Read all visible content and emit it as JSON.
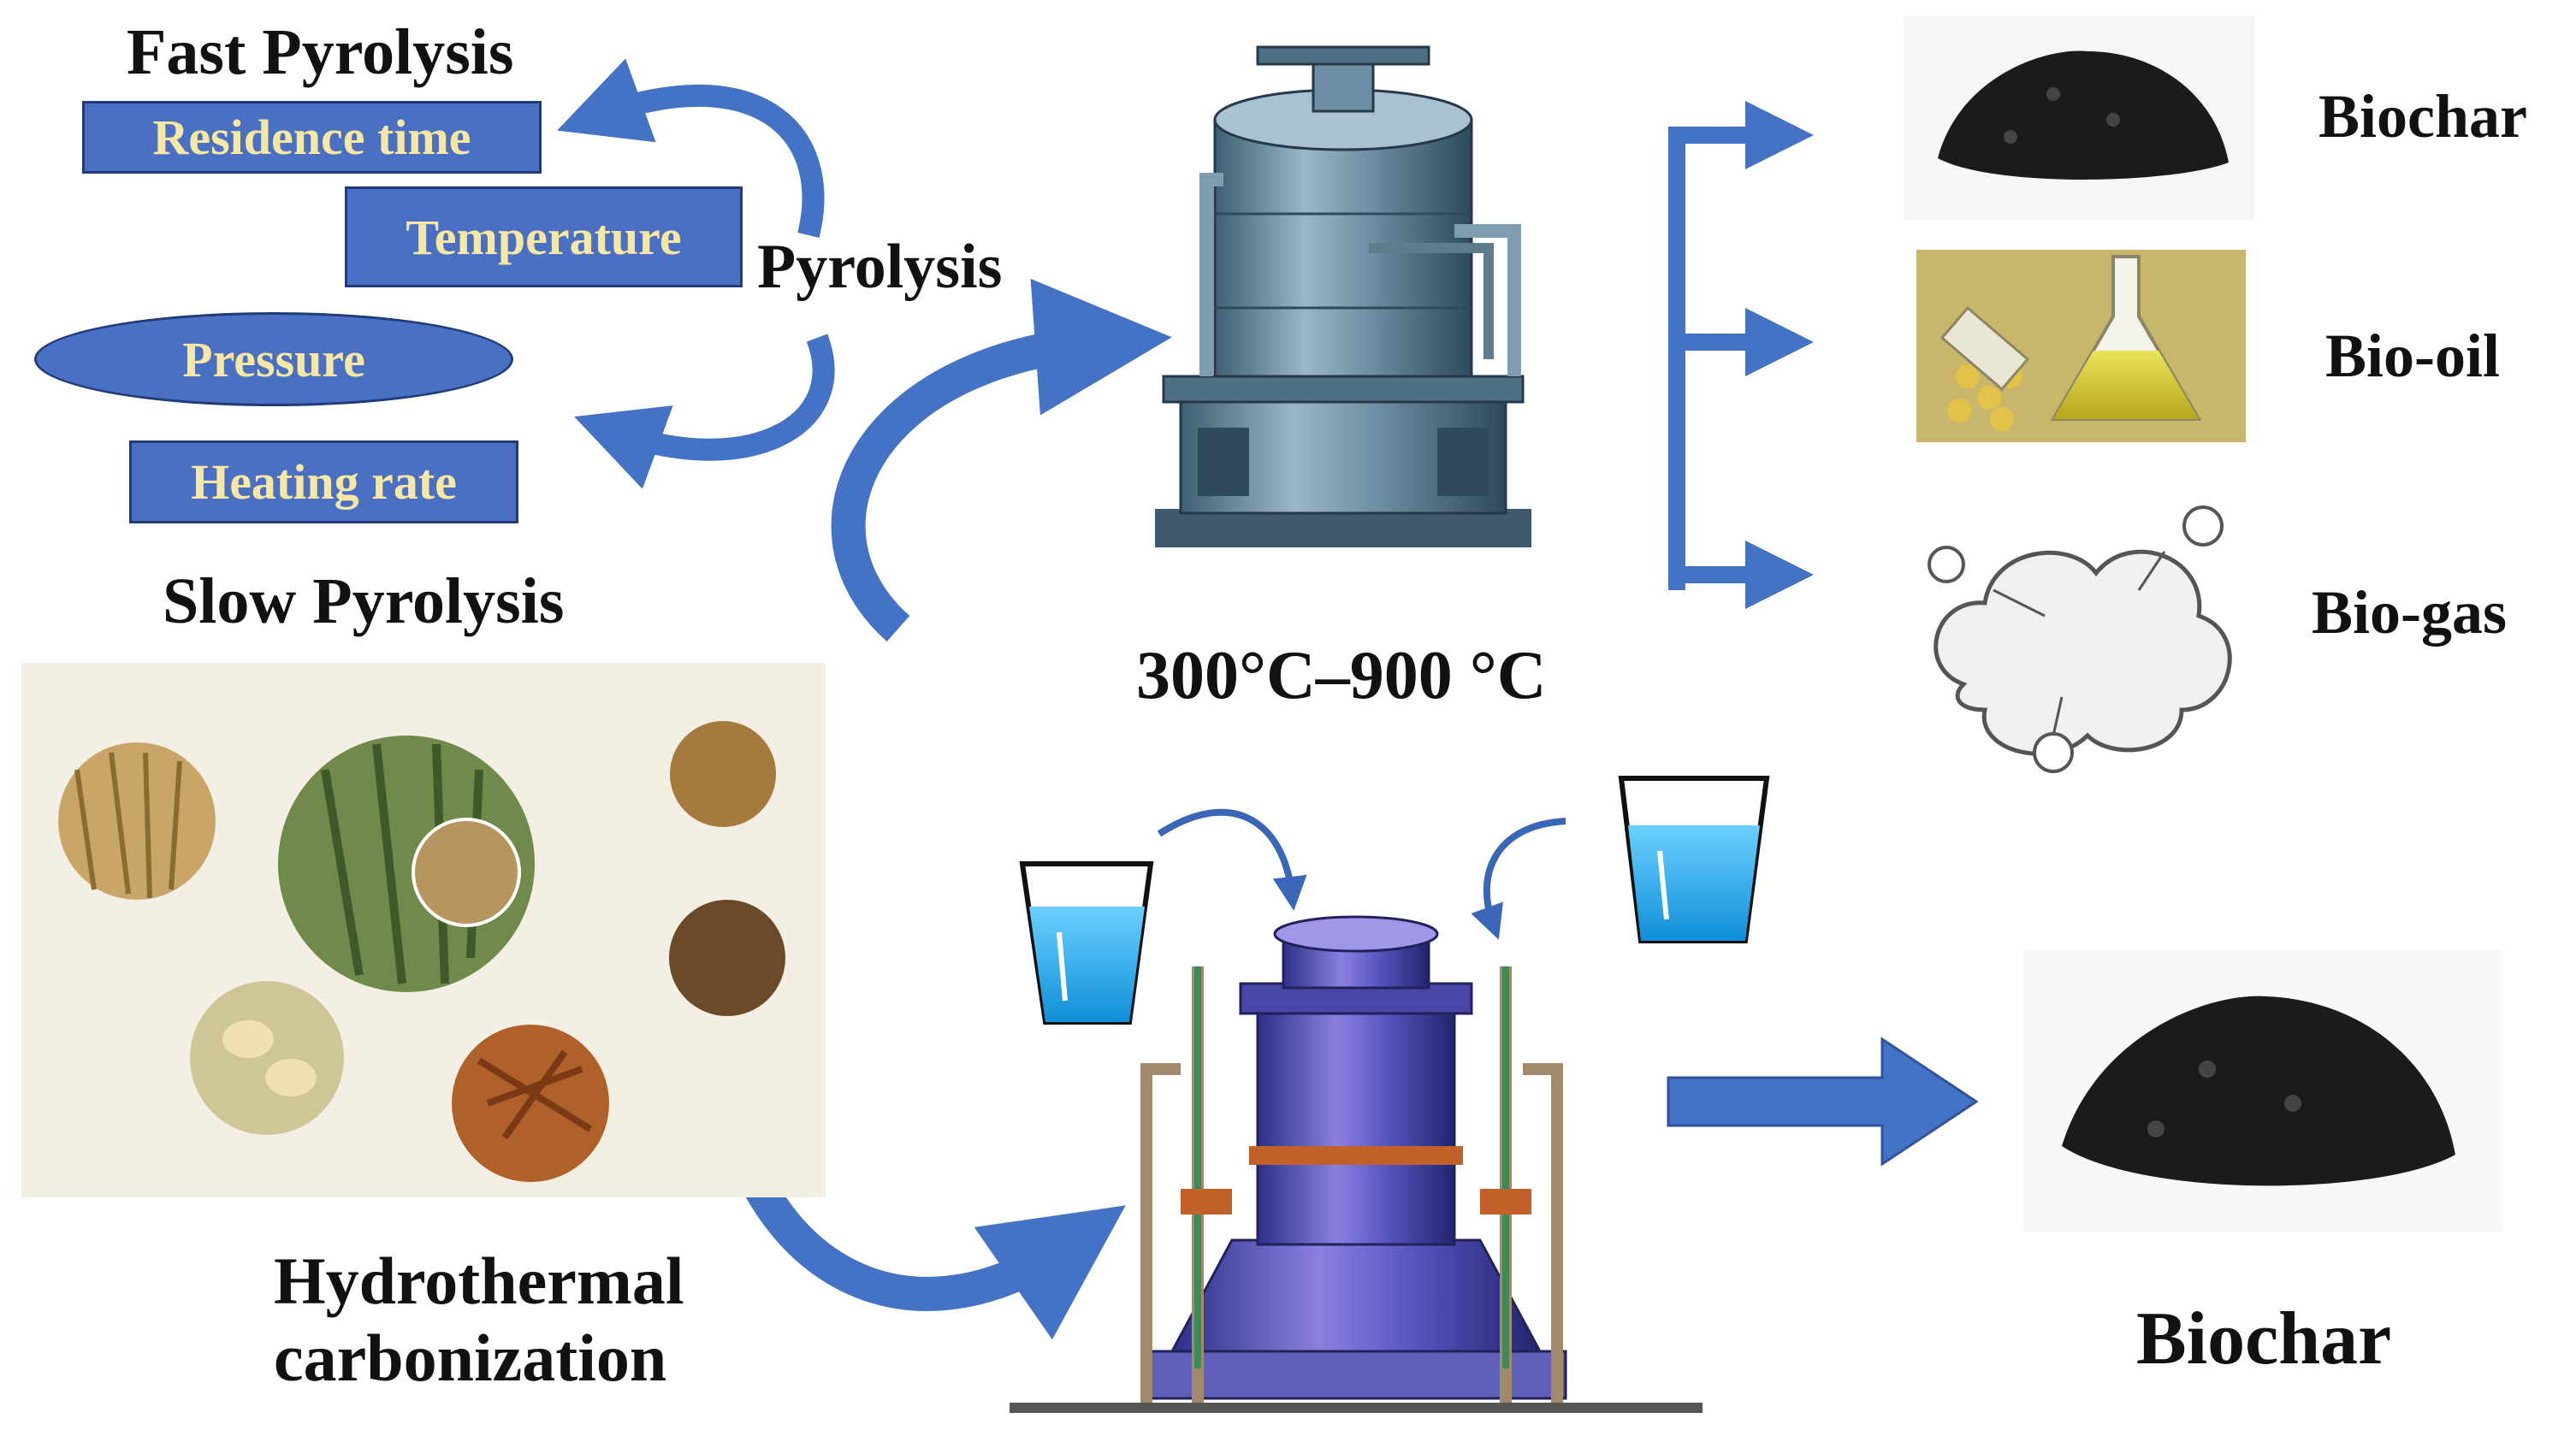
{
  "diagram": {
    "fast_pyrolysis": "Fast Pyrolysis",
    "slow_pyrolysis": "Slow Pyrolysis",
    "pyrolysis": "Pyrolysis",
    "parameters": [
      "Residence time",
      "Temperature",
      "Pressure",
      "Heating rate"
    ],
    "temperature_range": "300°C–900 °C",
    "products": [
      "Biochar",
      "Bio-oil",
      "Bio-gas"
    ],
    "htc_line1": "Hydrothermal",
    "htc_line2": "carbonization",
    "htc_product": "Biochar"
  },
  "colors": {
    "arrow_blue": "#4472c4",
    "param_fill": "#4a70c4",
    "param_text": "#f7e7a1",
    "water_blue": "#22a6e8",
    "char_black": "#1b1b1b"
  },
  "icons": [
    "pyrolysis-reactor-icon",
    "hydrothermal-reactor-icon",
    "water-beaker-icon",
    "biomass-collage-icon",
    "biochar-pile-icon",
    "bio-oil-flask-icon",
    "bio-gas-cloud-icon"
  ]
}
